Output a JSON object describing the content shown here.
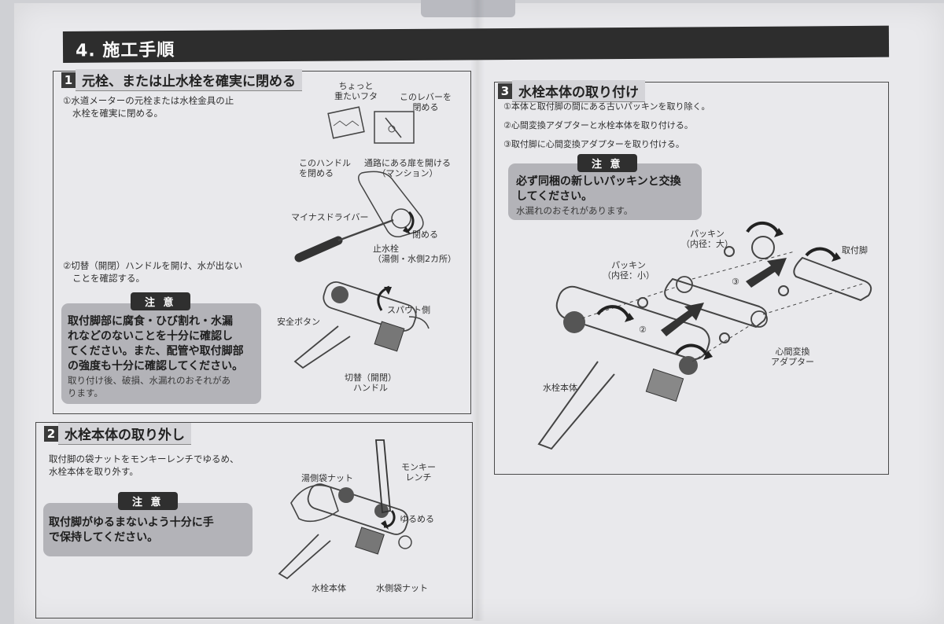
{
  "section": {
    "title": "4. 施工手順"
  },
  "step1": {
    "num": "1",
    "title": "元栓、または止水栓を確実に閉める",
    "instr1_line1": "①水道メーターの元栓または水栓金具の止",
    "instr1_line2": "水栓を確実に閉める。",
    "instr2_line1": "②切替（開閉）ハンドルを開け、水が出ない",
    "instr2_line2": "ことを確認する。",
    "labels": {
      "heavy_lid_1": "ちょっと",
      "heavy_lid_2": "重たいフタ",
      "lever_1": "このレバーを",
      "lever_2": "閉める",
      "handle_1": "このハンドル",
      "handle_2": "を閉める",
      "door_1": "通路にある扉を開ける",
      "door_2": "（マンション）",
      "driver": "マイナスドライバー",
      "close": "閉める",
      "stop_valve_1": "止水栓",
      "stop_valve_2": "（湯側・水側2カ所）",
      "spout_side": "スパウト側",
      "safety_button": "安全ボタン",
      "switch_handle_1": "切替（開閉）",
      "switch_handle_2": "ハンドル"
    },
    "caution": {
      "label": "注 意",
      "bold_1": "取付脚部に腐食・ひび割れ・水漏",
      "bold_2": "れなどのないことを十分に確認し",
      "bold_3": "てください。また、配管や取付脚部",
      "bold_4": "の強度も十分に確認してください。",
      "note_1": "取り付け後、破損、水漏れのおそれがあ",
      "note_2": "ります。"
    }
  },
  "step2": {
    "num": "2",
    "title": "水栓本体の取り外し",
    "instr_line1": "取付脚の袋ナットをモンキーレンチでゆるめ、",
    "instr_line2": "水栓本体を取り外す。",
    "labels": {
      "hot_nut": "湯側袋ナット",
      "wrench_1": "モンキー",
      "wrench_2": "レンチ",
      "loosen": "ゆるめる",
      "body": "水栓本体",
      "cold_nut": "水側袋ナット"
    },
    "caution": {
      "label": "注 意",
      "bold_1": "取付脚がゆるまないよう十分に手",
      "bold_2": "で保持してください。"
    }
  },
  "step3": {
    "num": "3",
    "title": "水栓本体の取り付け",
    "instr1": "①本体と取付脚の間にある古いパッキンを取り除く。",
    "instr2": "②心間変換アダプターと水栓本体を取り付ける。",
    "instr3": "③取付脚に心間変換アダプターを取り付ける。",
    "caution": {
      "label": "注 意",
      "bold_1": "必ず同梱の新しいパッキンと交換",
      "bold_2": "してください。",
      "note_1": "水漏れのおそれがあります。"
    },
    "labels": {
      "packing_large_1": "パッキン",
      "packing_large_2": "（内径：大）",
      "mounting_leg": "取付脚",
      "packing_small_1": "パッキン",
      "packing_small_2": "（内径：小）",
      "circ3": "③",
      "circ2": "②",
      "adapter_1": "心間変換",
      "adapter_2": "アダプター",
      "body": "水栓本体"
    }
  }
}
